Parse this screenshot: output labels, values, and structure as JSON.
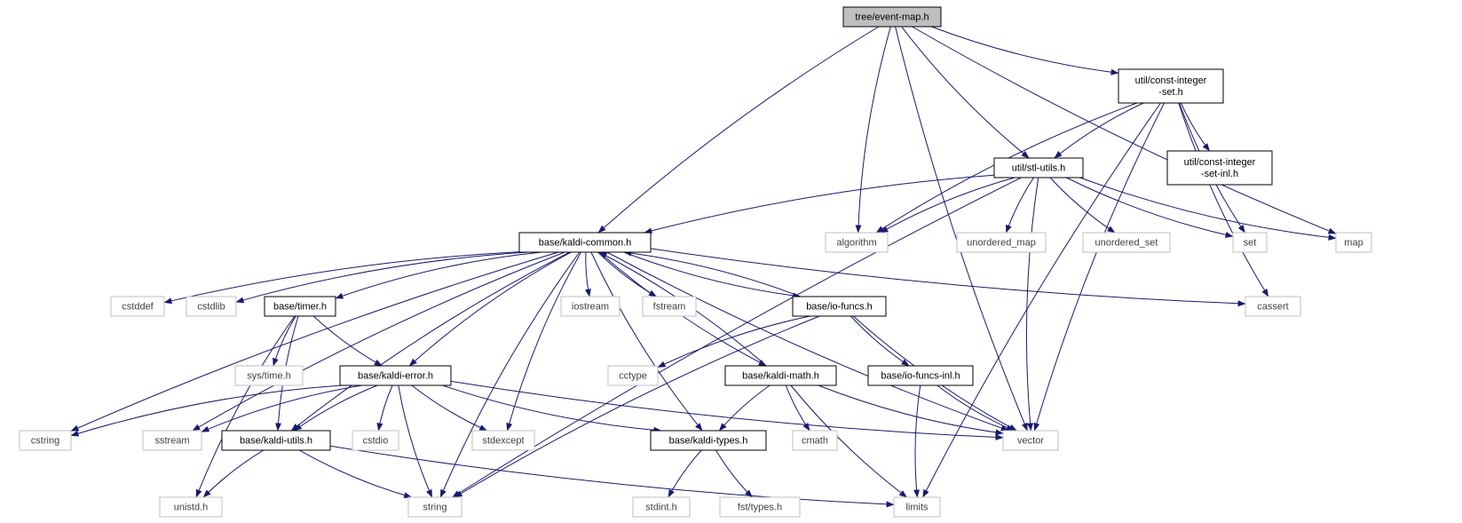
{
  "colors": {
    "edge": "#191970",
    "node_border_local": "#000000",
    "node_border_system": "#bfbfbf",
    "root_fill": "#bfbfbf",
    "node_fill": "#ffffff"
  },
  "nodes": [
    {
      "id": "root",
      "lines": [
        "tree/event-map.h"
      ],
      "kind": "root"
    },
    {
      "id": "constset",
      "lines": [
        "util/const-integer",
        "-set.h"
      ],
      "kind": "local"
    },
    {
      "id": "constsetinl",
      "lines": [
        "util/const-integer",
        "-set-inl.h"
      ],
      "kind": "local"
    },
    {
      "id": "stlutils",
      "lines": [
        "util/stl-utils.h"
      ],
      "kind": "local"
    },
    {
      "id": "common",
      "lines": [
        "base/kaldi-common.h"
      ],
      "kind": "local"
    },
    {
      "id": "algorithm",
      "lines": [
        "algorithm"
      ],
      "kind": "system"
    },
    {
      "id": "unordered_map",
      "lines": [
        "unordered_map"
      ],
      "kind": "system"
    },
    {
      "id": "unordered_set",
      "lines": [
        "unordered_set"
      ],
      "kind": "system"
    },
    {
      "id": "set",
      "lines": [
        "set"
      ],
      "kind": "system"
    },
    {
      "id": "map",
      "lines": [
        "map"
      ],
      "kind": "system"
    },
    {
      "id": "cstddef",
      "lines": [
        "cstddef"
      ],
      "kind": "system"
    },
    {
      "id": "cstdlib",
      "lines": [
        "cstdlib"
      ],
      "kind": "system"
    },
    {
      "id": "timer",
      "lines": [
        "base/timer.h"
      ],
      "kind": "local"
    },
    {
      "id": "iostream",
      "lines": [
        "iostream"
      ],
      "kind": "system"
    },
    {
      "id": "fstream",
      "lines": [
        "fstream"
      ],
      "kind": "system"
    },
    {
      "id": "iofuncs",
      "lines": [
        "base/io-funcs.h"
      ],
      "kind": "local"
    },
    {
      "id": "cassert",
      "lines": [
        "cassert"
      ],
      "kind": "system"
    },
    {
      "id": "systime",
      "lines": [
        "sys/time.h"
      ],
      "kind": "system"
    },
    {
      "id": "error",
      "lines": [
        "base/kaldi-error.h"
      ],
      "kind": "local"
    },
    {
      "id": "cctype",
      "lines": [
        "cctype"
      ],
      "kind": "system"
    },
    {
      "id": "math",
      "lines": [
        "base/kaldi-math.h"
      ],
      "kind": "local"
    },
    {
      "id": "iofuncsinl",
      "lines": [
        "base/io-funcs-inl.h"
      ],
      "kind": "local"
    },
    {
      "id": "cstring",
      "lines": [
        "cstring"
      ],
      "kind": "system"
    },
    {
      "id": "sstream",
      "lines": [
        "sstream"
      ],
      "kind": "system"
    },
    {
      "id": "utils",
      "lines": [
        "base/kaldi-utils.h"
      ],
      "kind": "local"
    },
    {
      "id": "cstdio",
      "lines": [
        "cstdio"
      ],
      "kind": "system"
    },
    {
      "id": "stdexcept",
      "lines": [
        "stdexcept"
      ],
      "kind": "system"
    },
    {
      "id": "types",
      "lines": [
        "base/kaldi-types.h"
      ],
      "kind": "local"
    },
    {
      "id": "cmath",
      "lines": [
        "cmath"
      ],
      "kind": "system"
    },
    {
      "id": "vector",
      "lines": [
        "vector"
      ],
      "kind": "system"
    },
    {
      "id": "unistd",
      "lines": [
        "unistd.h"
      ],
      "kind": "system"
    },
    {
      "id": "string",
      "lines": [
        "string"
      ],
      "kind": "system"
    },
    {
      "id": "limits",
      "lines": [
        "limits"
      ],
      "kind": "system"
    },
    {
      "id": "stdint",
      "lines": [
        "stdint.h"
      ],
      "kind": "system"
    },
    {
      "id": "fsttypes",
      "lines": [
        "fst/types.h"
      ],
      "kind": "system"
    }
  ],
  "edges": [
    [
      "root",
      "common"
    ],
    [
      "root",
      "constset"
    ],
    [
      "root",
      "stlutils"
    ],
    [
      "root",
      "algorithm"
    ],
    [
      "root",
      "map"
    ],
    [
      "root",
      "vector"
    ],
    [
      "constset",
      "stlutils"
    ],
    [
      "constset",
      "constsetinl"
    ],
    [
      "constset",
      "algorithm"
    ],
    [
      "constset",
      "set"
    ],
    [
      "constset",
      "cassert"
    ],
    [
      "constset",
      "vector"
    ],
    [
      "constset",
      "limits"
    ],
    [
      "stlutils",
      "common"
    ],
    [
      "stlutils",
      "algorithm"
    ],
    [
      "stlutils",
      "unordered_map"
    ],
    [
      "stlutils",
      "unordered_set"
    ],
    [
      "stlutils",
      "set"
    ],
    [
      "stlutils",
      "map"
    ],
    [
      "stlutils",
      "vector"
    ],
    [
      "stlutils",
      "string"
    ],
    [
      "common",
      "cstddef"
    ],
    [
      "common",
      "cstdlib"
    ],
    [
      "common",
      "cstring"
    ],
    [
      "common",
      "sstream"
    ],
    [
      "common",
      "stdexcept"
    ],
    [
      "common",
      "cassert"
    ],
    [
      "common",
      "iostream"
    ],
    [
      "common",
      "fstream"
    ],
    [
      "common",
      "string"
    ],
    [
      "common",
      "vector"
    ],
    [
      "common",
      "timer"
    ],
    [
      "common",
      "error"
    ],
    [
      "common",
      "utils"
    ],
    [
      "common",
      "iofuncs"
    ],
    [
      "common",
      "math"
    ],
    [
      "common",
      "types"
    ],
    [
      "timer",
      "systime"
    ],
    [
      "timer",
      "unistd"
    ],
    [
      "timer",
      "error"
    ],
    [
      "timer",
      "utils"
    ],
    [
      "iofuncs",
      "common"
    ],
    [
      "iofuncs",
      "cctype"
    ],
    [
      "iofuncs",
      "string"
    ],
    [
      "iofuncs",
      "vector"
    ],
    [
      "iofuncs",
      "iofuncsinl"
    ],
    [
      "math",
      "common"
    ],
    [
      "math",
      "types"
    ],
    [
      "math",
      "cmath"
    ],
    [
      "math",
      "limits"
    ],
    [
      "math",
      "vector"
    ],
    [
      "iofuncsinl",
      "limits"
    ],
    [
      "iofuncsinl",
      "vector"
    ],
    [
      "error",
      "cstring"
    ],
    [
      "error",
      "sstream"
    ],
    [
      "error",
      "utils"
    ],
    [
      "error",
      "cstdio"
    ],
    [
      "error",
      "stdexcept"
    ],
    [
      "error",
      "string"
    ],
    [
      "error",
      "types"
    ],
    [
      "error",
      "vector"
    ],
    [
      "utils",
      "unistd"
    ],
    [
      "utils",
      "string"
    ],
    [
      "utils",
      "limits"
    ],
    [
      "types",
      "stdint"
    ],
    [
      "types",
      "fsttypes"
    ]
  ]
}
